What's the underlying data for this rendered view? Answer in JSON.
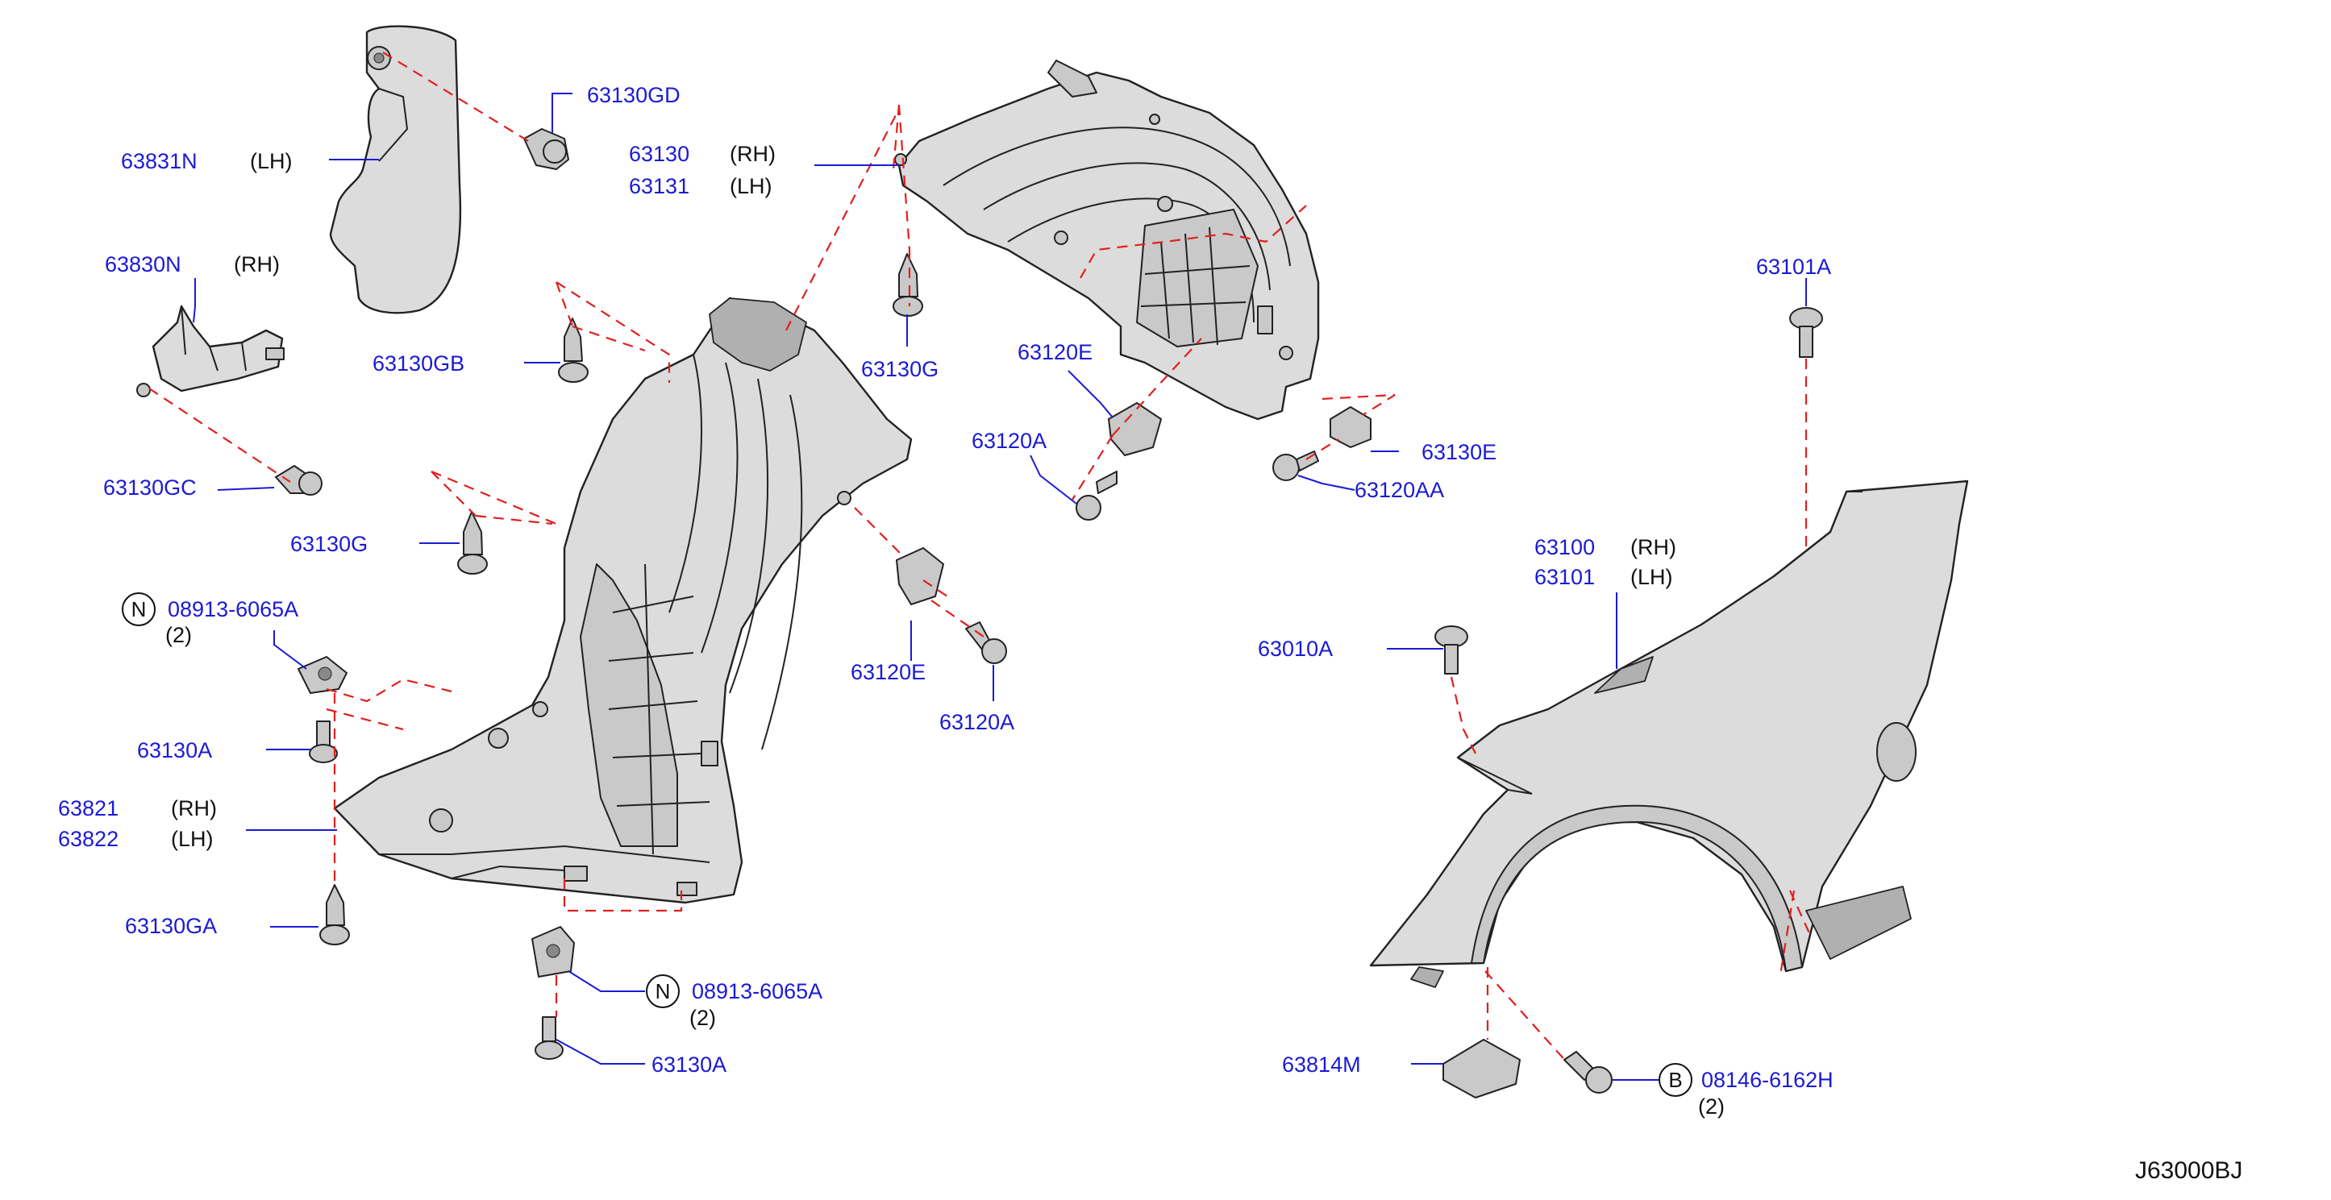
{
  "diagram_code": "J63000BJ",
  "callouts": {
    "c63130GD": {
      "part": "63130GD"
    },
    "c63831N": {
      "part": "63831N",
      "side": "(LH)"
    },
    "c63830N": {
      "part": "63830N",
      "side": "(RH)"
    },
    "c63130GB": {
      "part": "63130GB"
    },
    "c63130GC": {
      "part": "63130GC"
    },
    "c63130G_left": {
      "part": "63130G"
    },
    "c08913_top": {
      "symbol": "N",
      "part": "08913-6065A",
      "qty": "(2)"
    },
    "c63130A_left": {
      "part": "63130A"
    },
    "c63821": {
      "part": "63821",
      "side": "(RH)"
    },
    "c63822": {
      "part": "63822",
      "side": "(LH)"
    },
    "c63130GA": {
      "part": "63130GA"
    },
    "c08913_bottom": {
      "symbol": "N",
      "part": "08913-6065A",
      "qty": "(2)"
    },
    "c63130A_bottom": {
      "part": "63130A"
    },
    "c63130": {
      "part": "63130",
      "side": "(RH)"
    },
    "c63131": {
      "part": "63131",
      "side": "(LH)"
    },
    "c63130G_top": {
      "part": "63130G"
    },
    "c63120E_top": {
      "part": "63120E"
    },
    "c63120A_top": {
      "part": "63120A"
    },
    "c63120E_mid": {
      "part": "63120E"
    },
    "c63120A_mid": {
      "part": "63120A"
    },
    "c63130E": {
      "part": "63130E"
    },
    "c63120AA": {
      "part": "63120AA"
    },
    "c63101A": {
      "part": "63101A"
    },
    "c63100": {
      "part": "63100",
      "side": "(RH)"
    },
    "c63101": {
      "part": "63101",
      "side": "(LH)"
    },
    "c63010A": {
      "part": "63010A"
    },
    "c63814M": {
      "part": "63814M"
    },
    "c08146": {
      "symbol": "B",
      "part": "08146-6162H",
      "qty": "(2)"
    }
  }
}
